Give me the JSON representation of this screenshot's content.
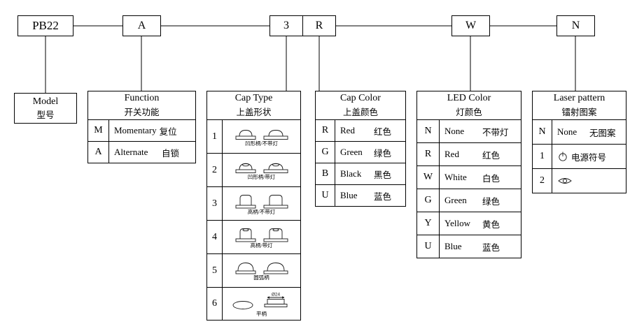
{
  "colors": {
    "background": "#ffffff",
    "line": "#000000",
    "text": "#000000"
  },
  "code_row": {
    "model": "PB22",
    "function": "A",
    "cap_type": "3",
    "cap_color": "R",
    "led_color": "W",
    "laser": "N"
  },
  "model_box": {
    "title_en": "Model",
    "title_zh": "型号"
  },
  "function_table": {
    "title_en": "Function",
    "title_zh": "开关功能",
    "rows": [
      {
        "code": "M",
        "en": "Momentary",
        "zh": "复位"
      },
      {
        "code": "A",
        "en": "Alternate",
        "zh": "自锁"
      }
    ]
  },
  "cap_type_table": {
    "title_en": "Cap Type",
    "title_zh": "上盖形状",
    "rows": [
      {
        "code": "1",
        "caption": "凹形柄/不带灯"
      },
      {
        "code": "2",
        "caption": "凹形柄/带灯"
      },
      {
        "code": "3",
        "caption": "高柄/不带灯"
      },
      {
        "code": "4",
        "caption": "高柄/带灯"
      },
      {
        "code": "5",
        "caption": "圆弧柄"
      },
      {
        "code": "6",
        "caption": "平柄",
        "dimension": "Ø24"
      }
    ]
  },
  "cap_color_table": {
    "title_en": "Cap Color",
    "title_zh": "上盖颜色",
    "rows": [
      {
        "code": "R",
        "en": "Red",
        "zh": "红色"
      },
      {
        "code": "G",
        "en": "Green",
        "zh": "绿色"
      },
      {
        "code": "B",
        "en": "Black",
        "zh": "黑色"
      },
      {
        "code": "U",
        "en": "Blue",
        "zh": "蓝色"
      }
    ]
  },
  "led_color_table": {
    "title_en": "LED Color",
    "title_zh": "灯颜色",
    "rows": [
      {
        "code": "N",
        "en": "None",
        "zh": "不带灯"
      },
      {
        "code": "R",
        "en": "Red",
        "zh": "红色"
      },
      {
        "code": "W",
        "en": "White",
        "zh": "白色"
      },
      {
        "code": "G",
        "en": "Green",
        "zh": "绿色"
      },
      {
        "code": "Y",
        "en": "Yellow",
        "zh": "黄色"
      },
      {
        "code": "U",
        "en": "Blue",
        "zh": "蓝色"
      }
    ]
  },
  "laser_table": {
    "title_en": "Laser pattern",
    "title_zh": "镭射图案",
    "rows": [
      {
        "code": "N",
        "en": "None",
        "zh": "无图案"
      },
      {
        "code": "1",
        "icon": "power-symbol-icon",
        "zh": "电源符号"
      },
      {
        "code": "2",
        "icon": "eye-icon",
        "zh": ""
      }
    ]
  }
}
